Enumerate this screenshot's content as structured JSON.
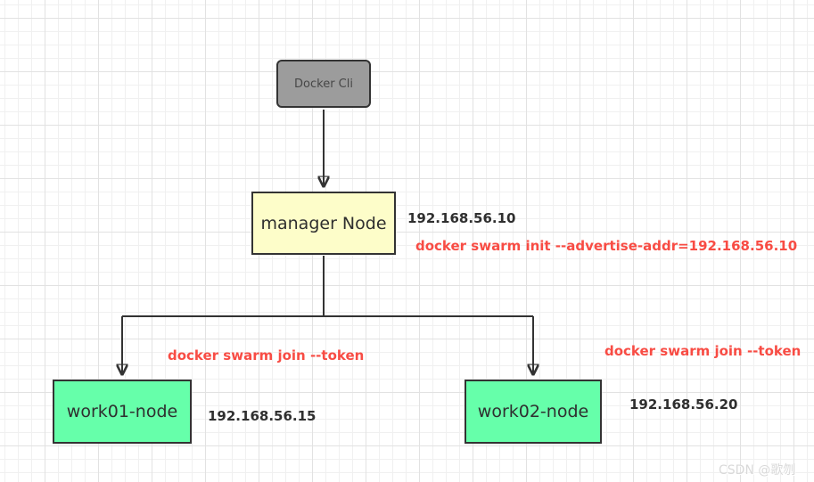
{
  "diagram": {
    "title_context": "Docker Swarm cluster setup diagram",
    "nodes": {
      "docker_cli": {
        "label": "Docker Cli",
        "fill": "#9c9c9c"
      },
      "manager": {
        "label": "manager Node",
        "fill": "#fdfdc9",
        "ip": "192.168.56.10"
      },
      "work01": {
        "label": "work01-node",
        "fill": "#66ffaa",
        "ip": "192.168.56.15"
      },
      "work02": {
        "label": "work02-node",
        "fill": "#66ffaa",
        "ip": "192.168.56.20"
      }
    },
    "edges": [
      {
        "from": "docker_cli",
        "to": "manager"
      },
      {
        "from": "manager",
        "to": "work01"
      },
      {
        "from": "manager",
        "to": "work02"
      }
    ],
    "annotations": {
      "manager_ip": "192.168.56.10",
      "init_cmd": "docker swarm init --advertise-addr=192.168.56.10",
      "join_cmd_left": "docker swarm join --token",
      "join_cmd_right": "docker swarm join --token",
      "work01_ip": "192.168.56.15",
      "work02_ip": "192.168.56.20"
    },
    "watermark": "CSDN @歌刎"
  },
  "colors": {
    "node_cli_fill": "#9c9c9c",
    "node_manager_fill": "#fdfdc9",
    "node_worker_fill": "#66ffaa",
    "node_border": "#333333",
    "edge": "#333333",
    "command_text": "#f84c44",
    "label_text": "#2f2f2f",
    "watermark_text": "#d9d9d9",
    "grid_minor": "#f0f0f0",
    "grid_major": "#e2e2e2"
  }
}
